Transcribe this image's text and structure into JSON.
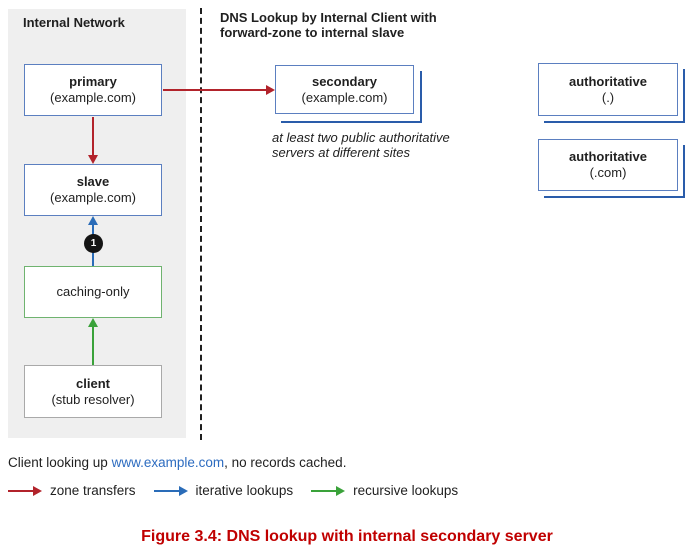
{
  "panel": {
    "title": "Internal Network"
  },
  "title": {
    "line1": "DNS Lookup by Internal Client with",
    "line2": "forward-zone to internal slave"
  },
  "nodes": {
    "primary": {
      "name": "primary",
      "sub": "(example.com)"
    },
    "slave": {
      "name": "slave",
      "sub": "(example.com)"
    },
    "caching": {
      "name": "caching-only"
    },
    "client": {
      "name": "client",
      "sub": "(stub resolver)"
    },
    "secondary": {
      "name": "secondary",
      "sub": "(example.com)"
    },
    "auth_root": {
      "name": "authoritative",
      "sub": "(.)"
    },
    "auth_com": {
      "name": "authoritative",
      "sub": "(.com)"
    }
  },
  "badge": {
    "label": "1"
  },
  "note": {
    "line1": "at least two public authoritative",
    "line2": "servers at different sites"
  },
  "status": {
    "prefix": "Client looking up ",
    "link": "www.example.com",
    "suffix": ", no records cached."
  },
  "legend": [
    {
      "label": "zone transfers",
      "color": "#b2232b"
    },
    {
      "label": "iterative lookups",
      "color": "#2a6cb8"
    },
    {
      "label": "recursive lookups",
      "color": "#3aa23a"
    }
  ],
  "caption": "Figure 3.4: DNS lookup with internal secondary server",
  "colors": {
    "panel_bg": "#efefef",
    "box_border_blue": "#5b7fc0",
    "stack_edge_blue": "#2a5caa",
    "box_border_green": "#6fb36f",
    "box_border_gray": "#a9a9a9",
    "arrow_red": "#b2232b",
    "arrow_blue": "#2a6cb8",
    "arrow_green": "#3aa23a",
    "link_blue": "#2d6cc0",
    "caption_red": "#c00000",
    "badge_bg": "#141414"
  }
}
